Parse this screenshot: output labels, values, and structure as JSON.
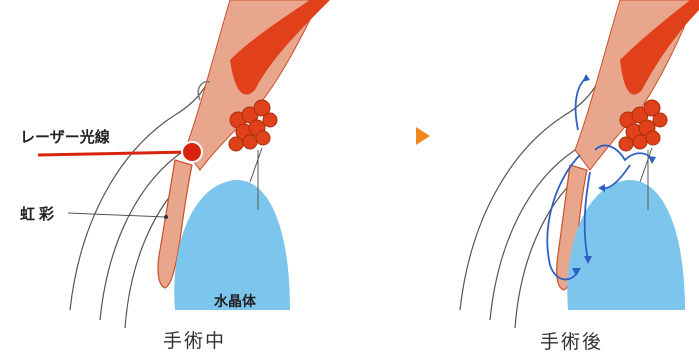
{
  "labels": {
    "laser": "レーザー光線",
    "iris": "虹彩",
    "lens": "水晶体"
  },
  "captions": {
    "during": "手術中",
    "after": "手術後"
  },
  "colors": {
    "tissue": "#e8a78d",
    "tissue_dark": "#c9502a",
    "muscle": "#e0401a",
    "laser": "#d9230f",
    "lens": "#7cc6ee",
    "flow": "#2f5fc4",
    "arrow": "#f08a1c",
    "cornea_line": "#555555"
  },
  "icons": {
    "transition": "right-arrow-icon",
    "flow": "flow-arrow-icon"
  }
}
